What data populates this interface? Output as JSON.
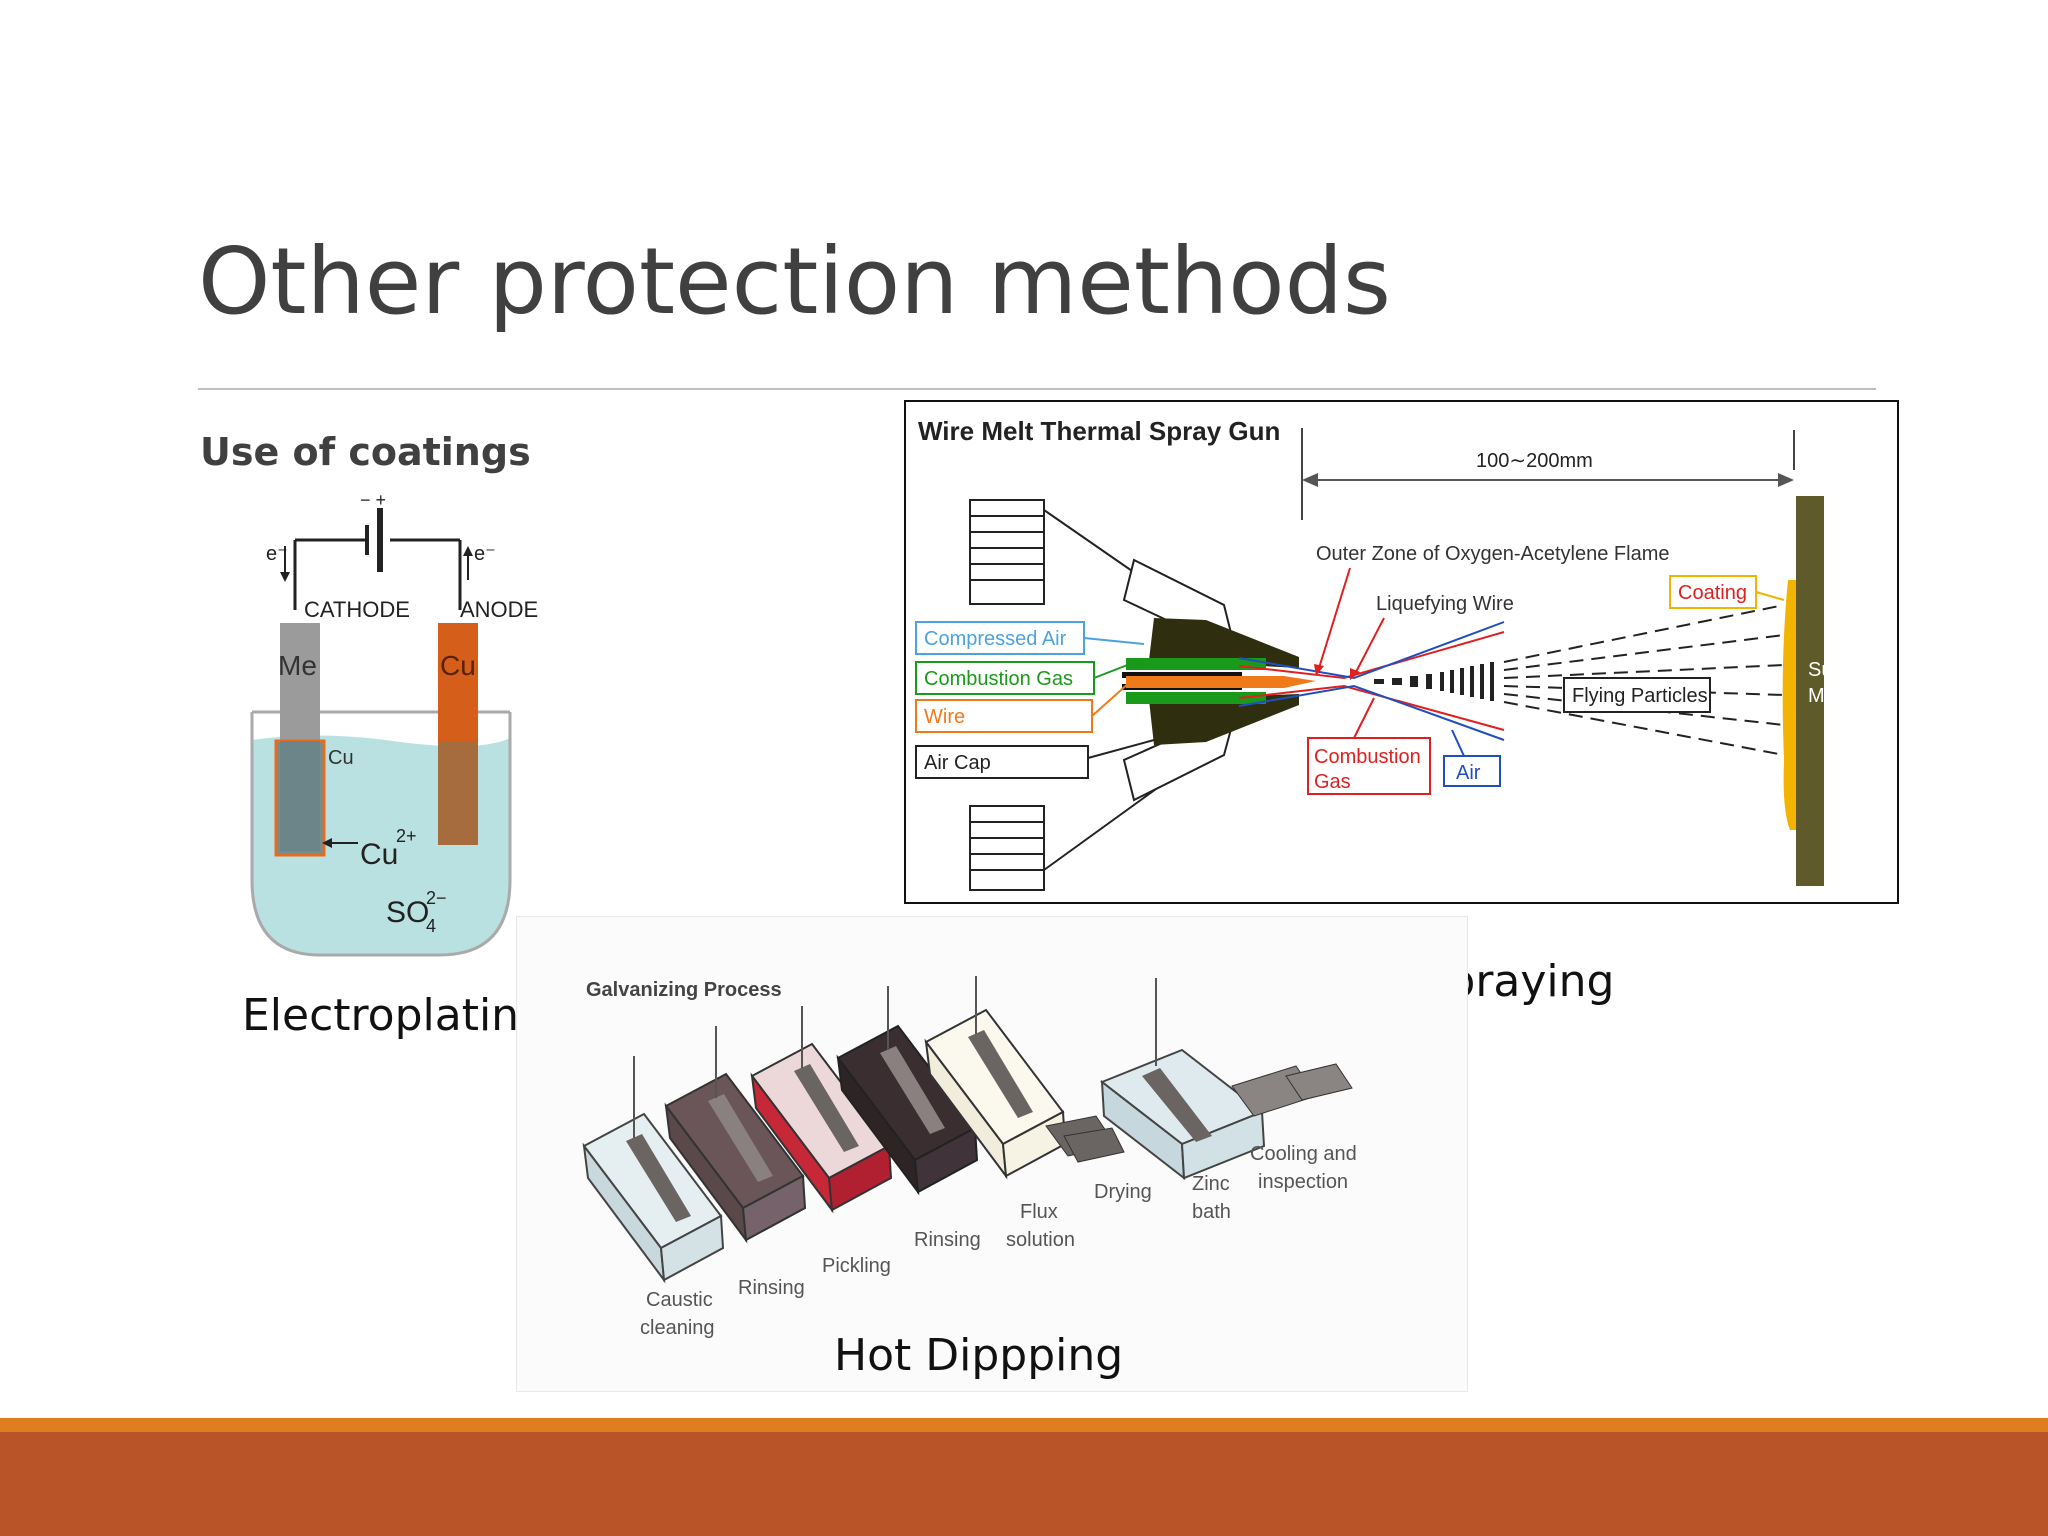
{
  "slide": {
    "title": "Other protection methods",
    "subheading": "Use of coatings",
    "captions": {
      "electroplating": "Electroplating",
      "metal_spraying": "Metal Spraying",
      "hot_dipping": "Hot Dippping"
    }
  },
  "electroplating_diagram": {
    "polarity": "− +",
    "electron_left": "e⁻",
    "electron_right": "e⁻",
    "cathode": "CATHODE",
    "anode": "ANODE",
    "cathode_metal": "Me",
    "anode_metal": "Cu",
    "deposit": "Cu",
    "ion_cu": "Cu",
    "ion_cu_charge": "2+",
    "ion_so4": "SO",
    "ion_so4_sub": "4",
    "ion_so4_charge": "2−"
  },
  "spray_diagram": {
    "title": "Wire Melt Thermal Spray Gun",
    "distance": "100∼200mm",
    "outer_zone": "Outer Zone of Oxygen-Acetylene Flame",
    "liquefying": "Liquefying Wire",
    "coating": "Coating",
    "compressed_air": "Compressed Air",
    "combustion_gas": "Combustion Gas",
    "wire": "Wire",
    "air_cap": "Air Cap",
    "flying_particles": "Flying Particles",
    "combustion_gas_2a": "Combustion",
    "combustion_gas_2b": "Gas",
    "air": "Air",
    "subject_a": "Subject",
    "subject_b": "Metal"
  },
  "galvanizing_diagram": {
    "title": "Galvanizing Process",
    "steps": [
      "Caustic",
      "cleaning",
      "Rinsing",
      "Pickling",
      "Rinsing",
      "Flux",
      "solution",
      "Drying",
      "Zinc",
      "bath",
      "Cooling and",
      "inspection"
    ]
  },
  "colors": {
    "accent_band": "#b85428",
    "accent_line": "#e07d1e",
    "compressed_air": "#4aa3df",
    "combustion_gas": "#1a9a1a",
    "wire": "#f07a1a",
    "coating": "#f2b400",
    "subject_metal": "#5e5a2a",
    "flame_red": "#e02020",
    "air_blue": "#1f4fbf"
  }
}
